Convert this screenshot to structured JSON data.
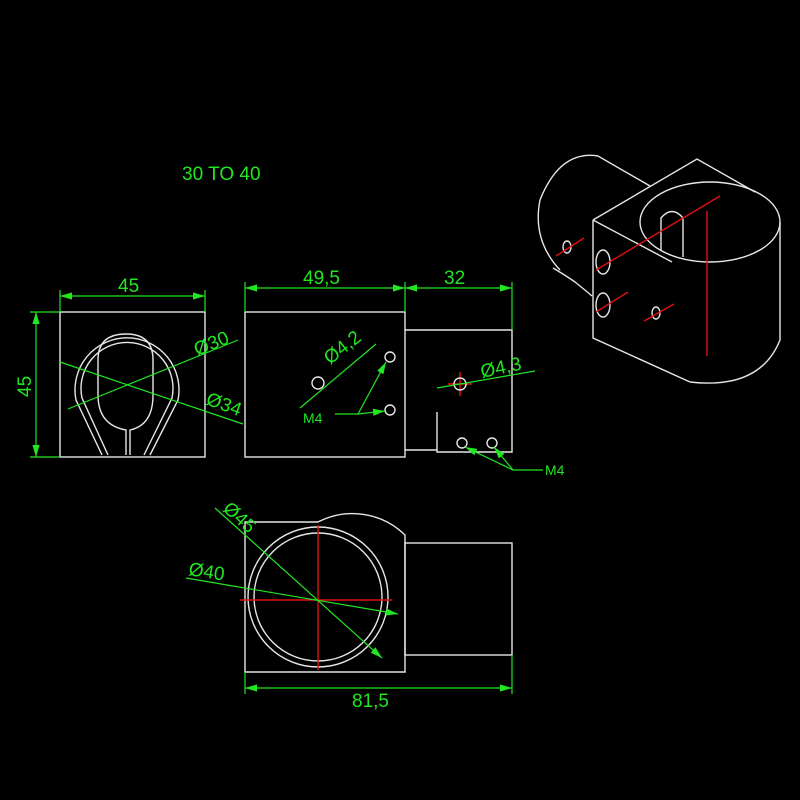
{
  "title": "30 TO 40",
  "colors": {
    "background": "#000000",
    "geometry": "#e6e6e6",
    "dimension": "#22e622",
    "centerline": "#e01010"
  },
  "front_view": {
    "width_dim": "45",
    "height_dim": "45",
    "dia_inner": "Ø30",
    "dia_outer": "Ø34"
  },
  "side_view": {
    "width_dim": "49,5",
    "tube_dim": "32",
    "hole_dia": "Ø4,2",
    "tube_hole_dia": "Ø4,3",
    "thread_label": "M4",
    "tube_thread_label": "M4"
  },
  "top_view": {
    "dia_outer": "Ø45",
    "dia_inner": "Ø40",
    "length_dim": "81,5"
  }
}
